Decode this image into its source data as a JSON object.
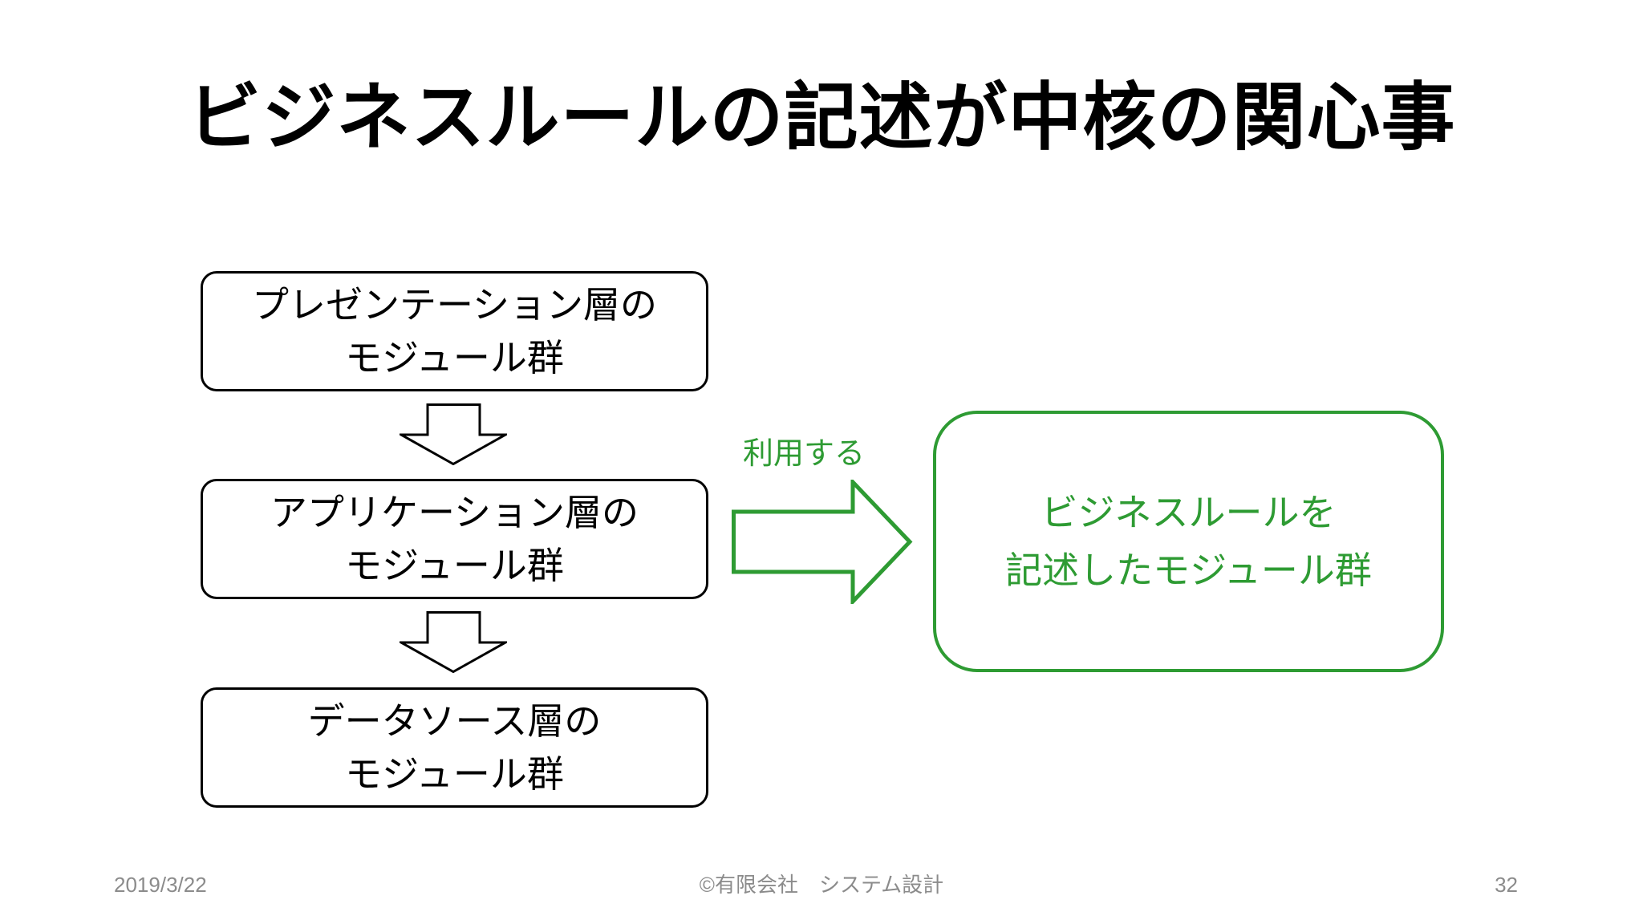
{
  "slide": {
    "title": "ビジネスルールの記述が中核の関心事",
    "footer": {
      "date": "2019/3/22",
      "copyright": "©有限会社　システム設計",
      "page_number": "32"
    },
    "colors": {
      "accent_green": "#2e9b33",
      "text_black": "#000000",
      "footer_gray": "#8b8b8b"
    }
  },
  "diagram": {
    "layer_boxes": [
      {
        "line1": "プレゼンテーション層の",
        "line2": "モジュール群"
      },
      {
        "line1": "アプリケーション層の",
        "line2": "モジュール群"
      },
      {
        "line1": "データソース層の",
        "line2": "モジュール群"
      }
    ],
    "uses_arrow": {
      "label": "利用する"
    },
    "business_rules_box": {
      "line1": "ビジネスルールを",
      "line2": "記述したモジュール群"
    }
  }
}
